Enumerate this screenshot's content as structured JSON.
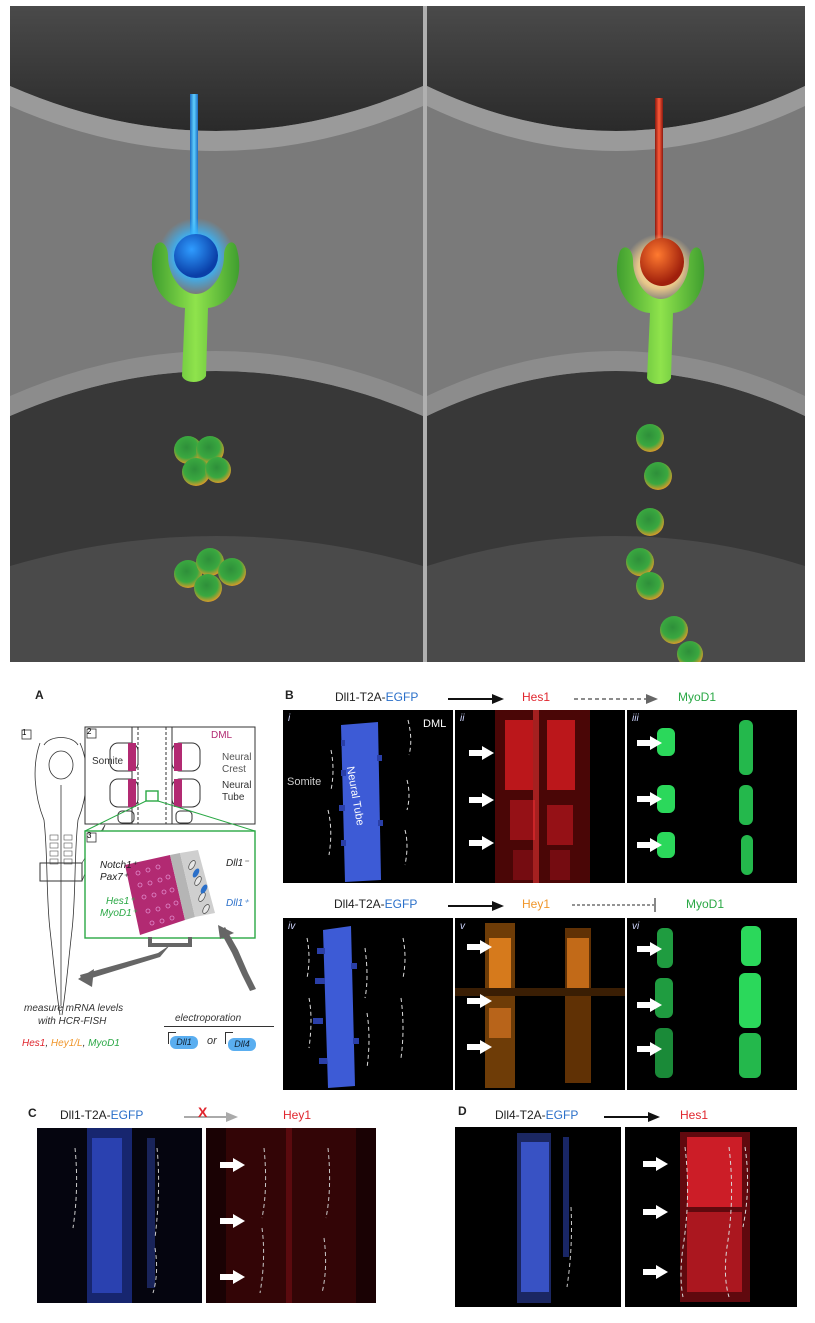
{
  "top_figure": {
    "left_scene": {
      "cell_color": "#1e7be0",
      "glow_color": "#59d8ff"
    },
    "right_scene": {
      "cell_color": "#c83218",
      "glow_color": "#ffd58a"
    }
  },
  "panel_a": {
    "letter": "A",
    "box_numbers": [
      "1",
      "2",
      "3"
    ],
    "labels": {
      "somite": "Somite",
      "dml": "DML",
      "neural_crest_1": "Neural",
      "neural_crest_2": "Crest",
      "neural_tube_1": "Neural",
      "neural_tube_2": "Tube",
      "notch_pax_1": "Notch1⁺",
      "notch_pax_2": "Pax7⁺",
      "hes_myod_1": "Hes1⁺",
      "hes_myod_2": "MyoD1⁺",
      "dll1_neg": "Dll1⁻",
      "dll1_pos": "Dll1⁺",
      "measure_1": "measure mRNA levels",
      "measure_2": "with HCR-FISH",
      "electroporation": "electroporation",
      "dll1_chip": "Dll1",
      "or": "or",
      "dll4_chip": "Dll4",
      "markers": {
        "hes1": "Hes1",
        "sep1": ", ",
        "hey1": "Hey1/L",
        "sep2": ", ",
        "myod1": "MyoD1"
      }
    }
  },
  "panel_b": {
    "letter": "B",
    "row1": {
      "construct": "Dll1-T2A-",
      "reporter": "EGFP",
      "target1": "Hes1",
      "target2": "MyoD1"
    },
    "row2": {
      "construct": "Dll4-T2A-",
      "reporter": "EGFP",
      "target1": "Hey1",
      "target2": "MyoD1"
    },
    "subpanels": [
      "i",
      "ii",
      "iii",
      "iv",
      "v",
      "vi"
    ],
    "image_labels": {
      "dml": "DML",
      "somite": "Somite",
      "neural_tube": "Neural Tube"
    }
  },
  "panel_c": {
    "letter": "C",
    "construct": "Dll1-T2A-",
    "reporter": "EGFP",
    "cross": "X",
    "target": "Hey1"
  },
  "panel_d": {
    "letter": "D",
    "construct": "Dll4-T2A-",
    "reporter": "EGFP",
    "target": "Hes1"
  },
  "colors": {
    "egfp_blue": "#2a6fc9",
    "hes1_red": "#e0262e",
    "hey1_orange": "#f0962a",
    "myod1_green": "#2aa845",
    "dml_magenta": "#b22a72"
  }
}
